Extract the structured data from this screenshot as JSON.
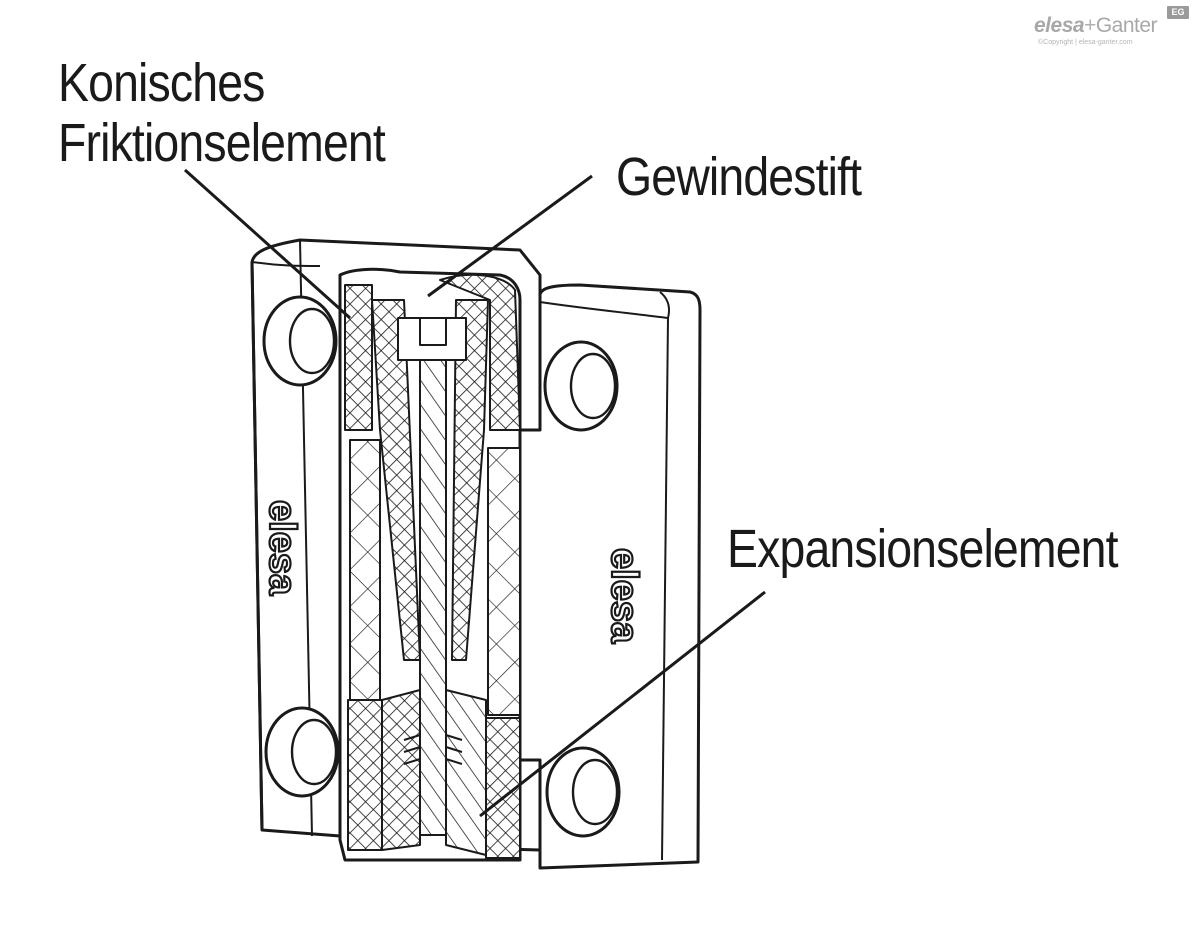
{
  "labels": {
    "conical": [
      "Konisches",
      "Friktionselement"
    ],
    "screw": "Gewindestift",
    "expansion": "Expansionselement"
  },
  "body_marking": "elesa",
  "logo": {
    "brand_1": "elesa",
    "brand_2": "Ganter",
    "copyright": "©Copyright | elesa-ganter.com",
    "badge": "EG"
  },
  "colors": {
    "line": "#1a1a1a",
    "background": "#ffffff",
    "logo": "#a8a8a8"
  }
}
